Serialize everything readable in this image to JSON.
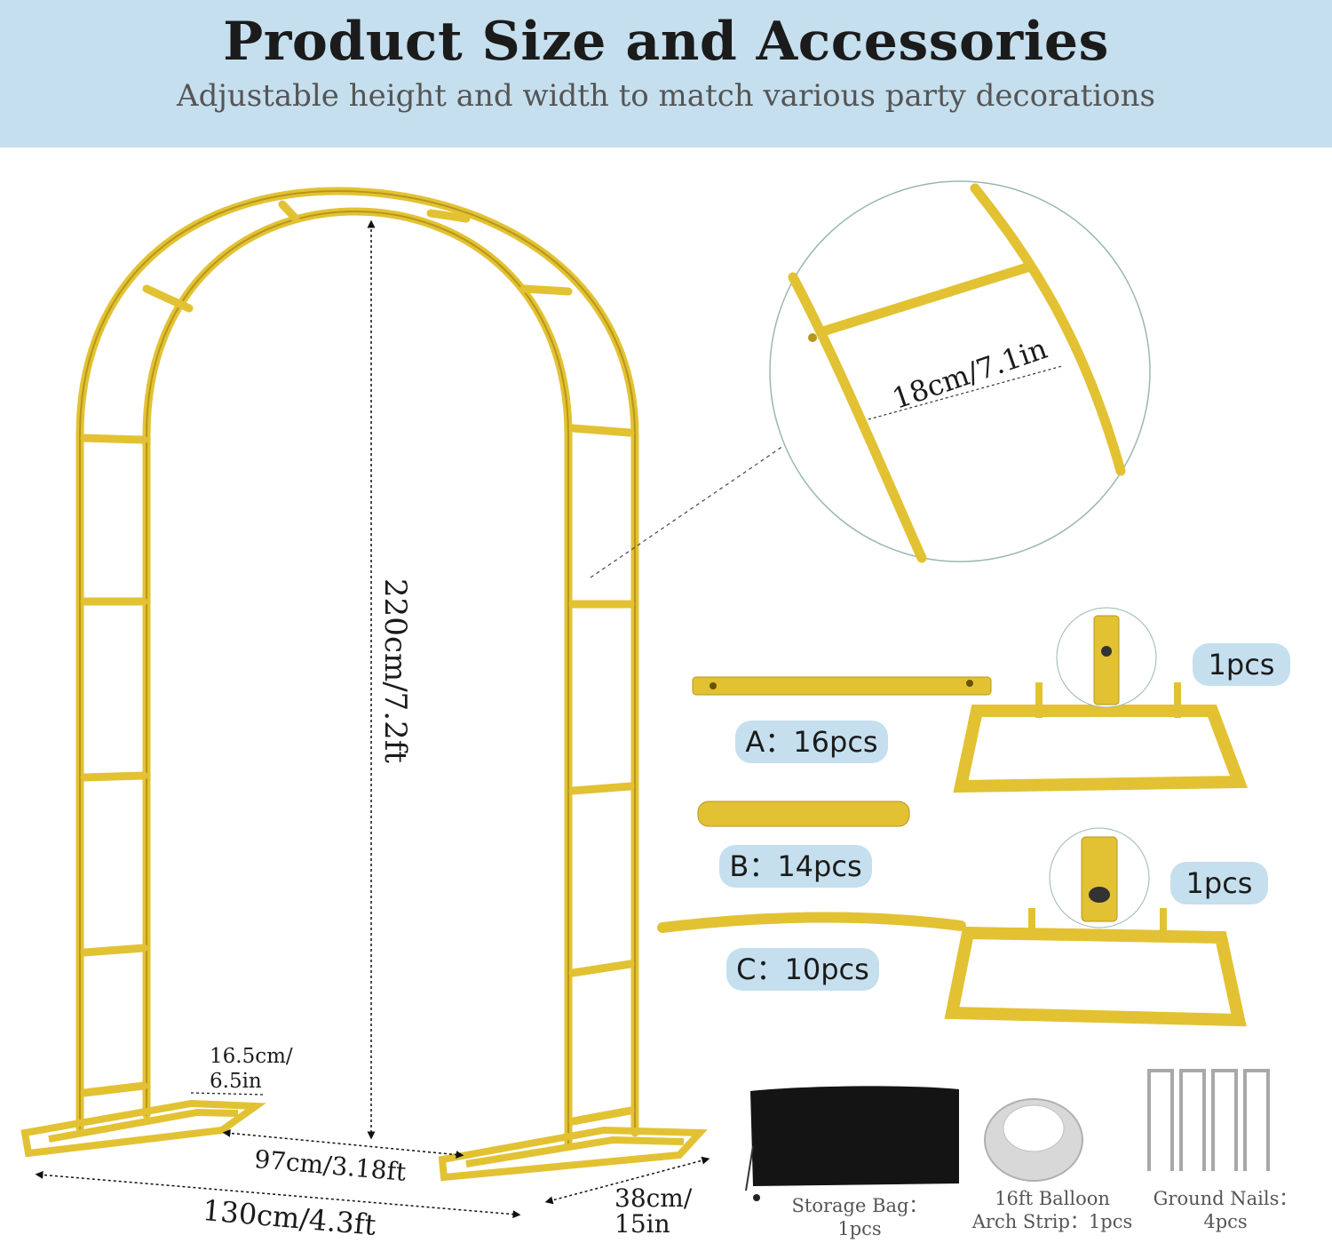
{
  "header": {
    "title": "Product Size and Accessories",
    "subtitle": "Adjustable height and width to match various party decorations"
  },
  "dimensions": {
    "height": "220cm/7.2ft",
    "rung_spacing": "18cm/7.1in",
    "base_width_1": "16.5cm/",
    "base_width_2": "6.5in",
    "inner_width": "97cm/3.18ft",
    "outer_width": "130cm/4.3ft",
    "depth_1": "38cm/",
    "depth_2": "15in"
  },
  "parts": {
    "a": "A：16pcs",
    "b": "B：14pcs",
    "c": "C：10pcs",
    "base_top_count": "1pcs",
    "base_bottom_count": "1pcs"
  },
  "accessories": {
    "bag_1": "Storage Bag：",
    "bag_2": "1pcs",
    "strip_1": "16ft Balloon",
    "strip_2": "Arch Strip：1pcs",
    "nails_1": "Ground Nails：",
    "nails_2": "4pcs"
  },
  "colors": {
    "header_bg": "#c5dfee",
    "gold": "#e2c233",
    "gold_dark": "#b8961a",
    "text": "#1b1b1b"
  }
}
